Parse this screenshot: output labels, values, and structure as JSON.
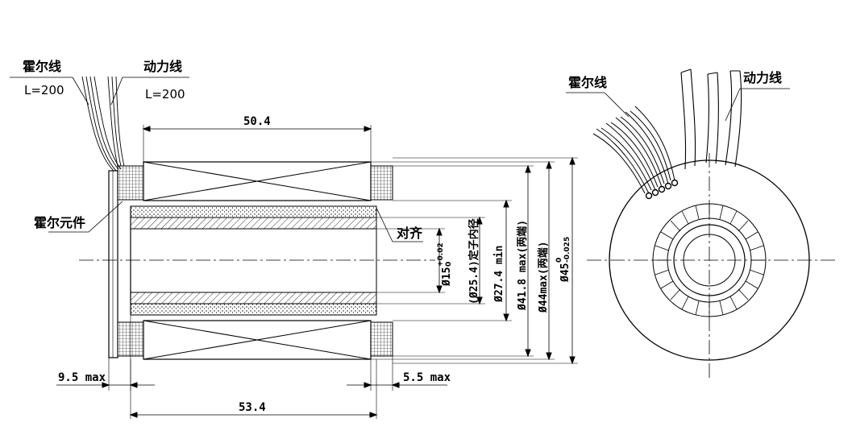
{
  "labels": {
    "hall_wire": "霍尔线",
    "power_wire": "动力线",
    "hall_length": "L=200",
    "power_length": "L=200",
    "hall_element": "霍尔元件",
    "align": "对齐",
    "hall_wire_right": "霍尔线",
    "power_wire_right": "动力线"
  },
  "dimensions": {
    "top_length": "50.4",
    "bottom_length": "53.4",
    "left_max": "9.5 max",
    "right_max": "5.5 max",
    "d15": "Ø15",
    "d15_tol_upper": "+0.02",
    "d15_tol_lower": "0",
    "d254": "(Ø25.4)定子内径",
    "d274": "Ø27.4 min",
    "d418": "Ø41.8 max(两端)",
    "d44": "Ø44max(两端)",
    "d45": "Ø45",
    "d45_tol_upper": "0",
    "d45_tol_lower": "-0.025"
  }
}
